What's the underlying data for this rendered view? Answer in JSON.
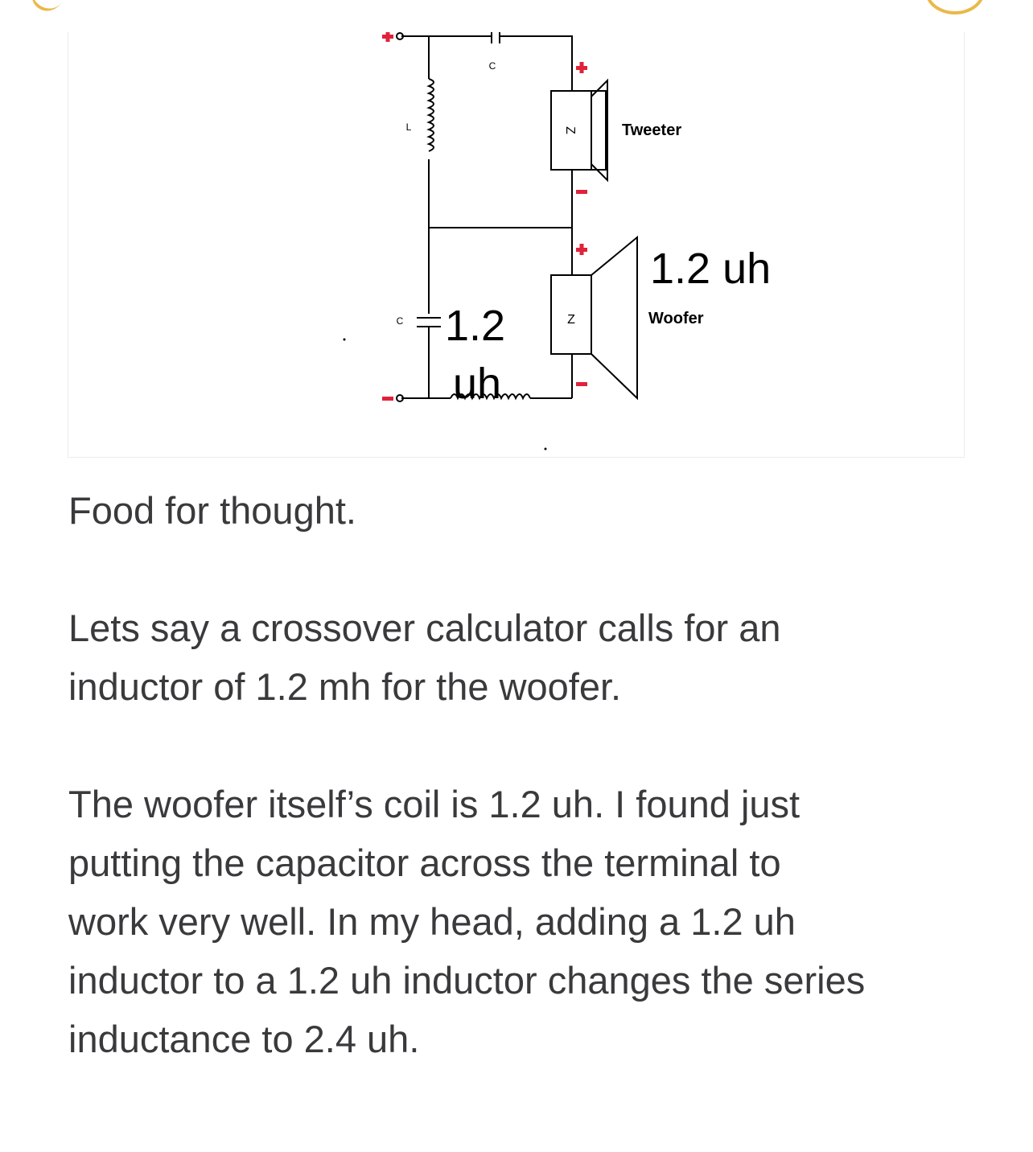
{
  "diagram": {
    "capacitor_top_label": "C",
    "inductor_left_label": "L",
    "capacitor_bottom_label": "C",
    "tweeter_impedance_label": "Z",
    "woofer_impedance_label": "Z",
    "tweeter_label": "Tweeter",
    "woofer_label": "Woofer",
    "coil_annotation_right": "1.2 uh",
    "inductor_annotation_value": "1.2",
    "inductor_annotation_unit": "uh",
    "plus_sign": "+",
    "minus_sign": "-"
  },
  "post": {
    "paragraph_1": "Food for thought.",
    "paragraph_2_line_1": "Lets say a crossover calculator calls for an",
    "paragraph_2_line_2": "inductor of 1.2 mh for the woofer.",
    "paragraph_3_line_1": "The woofer itself’s coil is 1.2 uh. I found just",
    "paragraph_3_line_2": "putting the capacitor across the terminal to",
    "paragraph_3_line_3": "work very well. In my head, adding a 1.2 uh",
    "paragraph_3_line_4": "inductor to a 1.2 uh inductor changes the series",
    "paragraph_3_line_5": "inductance to 2.4 uh."
  },
  "colors": {
    "accent": "#e9b949",
    "text": "#3a3a3c",
    "polarity_red": "#e0223a"
  }
}
